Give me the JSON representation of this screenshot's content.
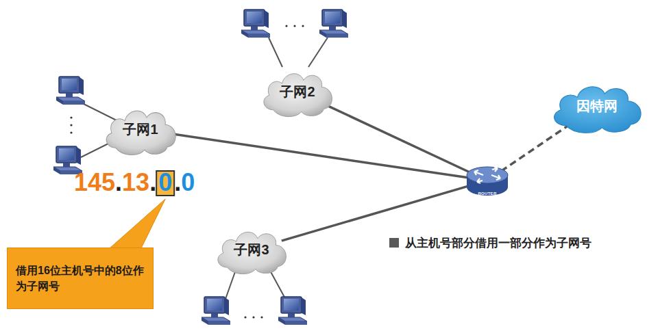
{
  "diagram": {
    "nodes": [
      {
        "text": [
          "子网1"
        ]
      },
      {
        "text": [
          "子网2"
        ]
      },
      {
        "text": [
          "子网3"
        ]
      },
      {
        "text": [
          "ROUTER"
        ]
      },
      {
        "text": [
          "因特网"
        ]
      },
      {
        "text": [
          "借用16位主机号中的8位作为子网号"
        ]
      }
    ],
    "edges": [
      {
        "from": 0,
        "to": 3,
        "arrow": "none"
      },
      {
        "from": 1,
        "to": 3,
        "arrow": "none"
      },
      {
        "from": 2,
        "to": 3,
        "arrow": "none"
      },
      {
        "from": 3,
        "to": 4,
        "arrow": "none"
      }
    ],
    "labels": [
      "145",
      ".",
      "13",
      ".",
      "0",
      ".",
      "0",
      "从主机号部分借用一部分作为子网号"
    ]
  }
}
